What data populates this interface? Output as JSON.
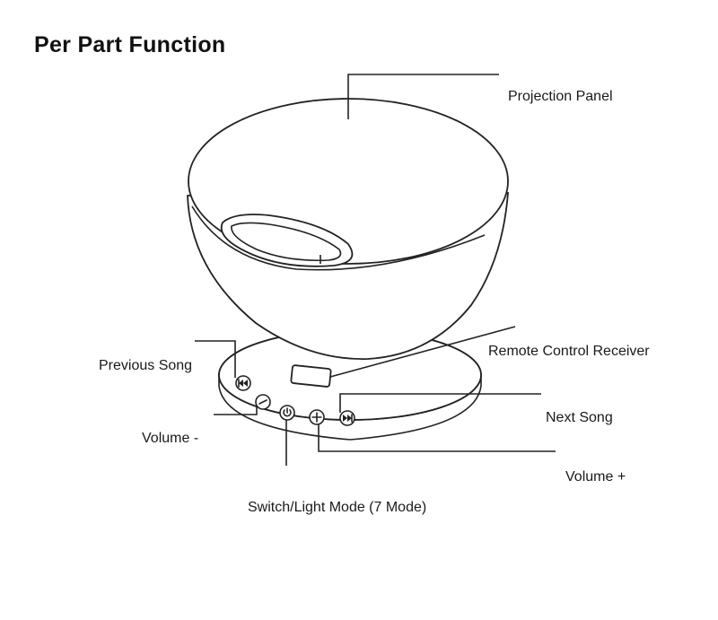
{
  "title": "Per Part Function",
  "labels": {
    "projection_panel": "Projection Panel",
    "remote_control_receiver": "Remote Control Receiver",
    "previous_song": "Previous Song",
    "next_song": "Next Song",
    "volume_minus": "Volume -",
    "volume_plus": "Volume +",
    "switch_light_mode": "Switch/Light Mode (7 Mode)"
  },
  "colors": {
    "line": "#222222",
    "background": "#ffffff"
  },
  "icons": [
    "previous-song-icon",
    "volume-minus-icon",
    "power-icon",
    "volume-plus-icon",
    "next-song-icon"
  ]
}
